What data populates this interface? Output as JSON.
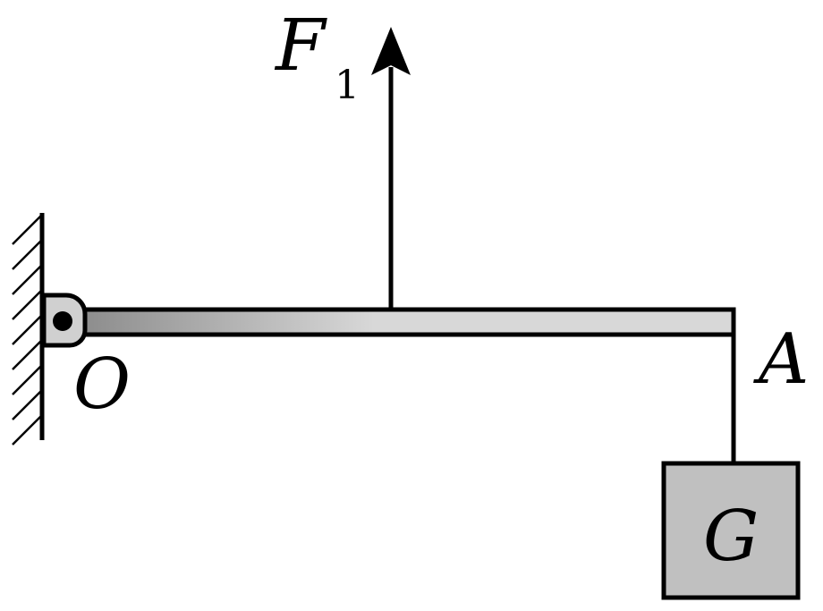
{
  "labels": {
    "force": "F",
    "force_subscript": "1",
    "pivot": "O",
    "end_point": "A",
    "weight": "G"
  },
  "colors": {
    "stroke": "#000000",
    "lever_light": "#d8d8d8",
    "lever_dark": "#8c8c8c",
    "weight_fill": "#c0c0c0",
    "pivot_fill": "#d0d0d0"
  }
}
